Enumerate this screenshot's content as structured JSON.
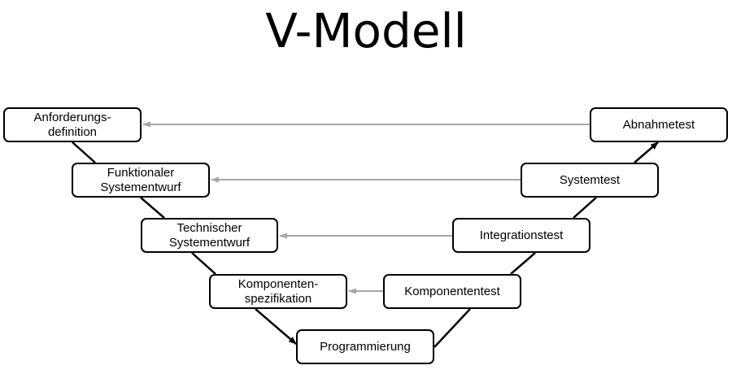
{
  "title": "V-Modell",
  "colors": {
    "flow_arrow": "#000000",
    "trace_arrow": "#a6a6a6",
    "box_border": "#000000"
  },
  "nodes": {
    "anforderungsdefinition": "Anforderungs-\ndefinition",
    "funktionaler_systementwurf": "Funktionaler\nSystementwurf",
    "technischer_systementwurf": "Technischer\nSystementwurf",
    "komponentenspezifikation": "Komponenten-\nspezifikation",
    "programmierung": "Programmierung",
    "komponententest": "Komponententest",
    "integrationstest": "Integrationstest",
    "systemtest": "Systemtest",
    "abnahmetest": "Abnahmetest"
  },
  "edges": [
    {
      "from": "anforderungsdefinition",
      "to": "funktionaler_systementwurf",
      "kind": "flow"
    },
    {
      "from": "funktionaler_systementwurf",
      "to": "technischer_systementwurf",
      "kind": "flow"
    },
    {
      "from": "technischer_systementwurf",
      "to": "komponentenspezifikation",
      "kind": "flow"
    },
    {
      "from": "komponentenspezifikation",
      "to": "programmierung",
      "kind": "flow"
    },
    {
      "from": "programmierung",
      "to": "komponententest",
      "kind": "flow"
    },
    {
      "from": "komponententest",
      "to": "integrationstest",
      "kind": "flow"
    },
    {
      "from": "integrationstest",
      "to": "systemtest",
      "kind": "flow"
    },
    {
      "from": "systemtest",
      "to": "abnahmetest",
      "kind": "flow"
    },
    {
      "from": "abnahmetest",
      "to": "anforderungsdefinition",
      "kind": "trace"
    },
    {
      "from": "systemtest",
      "to": "funktionaler_systementwurf",
      "kind": "trace"
    },
    {
      "from": "integrationstest",
      "to": "technischer_systementwurf",
      "kind": "trace"
    },
    {
      "from": "komponententest",
      "to": "komponentenspezifikation",
      "kind": "trace"
    }
  ]
}
